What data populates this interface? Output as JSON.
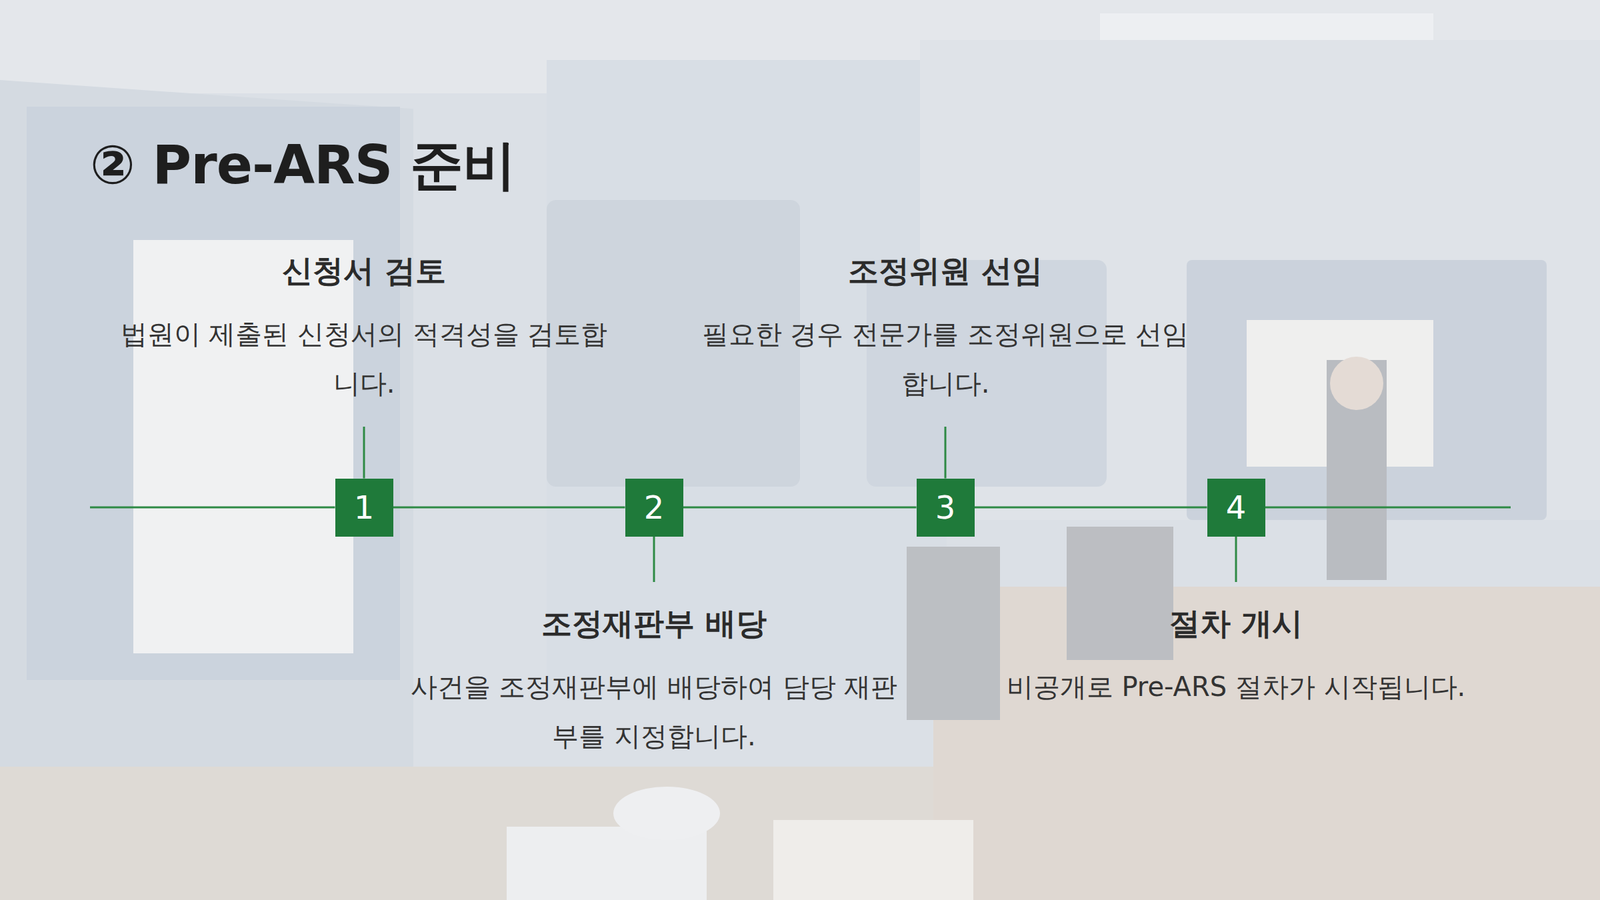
{
  "diagram": {
    "title": "② Pre-ARS 준비",
    "nodes": [
      {
        "text": [
          "1"
        ]
      },
      {
        "text": [
          "2"
        ]
      },
      {
        "text": [
          "3"
        ]
      },
      {
        "text": [
          "4"
        ]
      }
    ],
    "edges": [
      {
        "from": 0,
        "to": 1,
        "arrow": "none"
      },
      {
        "from": 1,
        "to": 2,
        "arrow": "none"
      },
      {
        "from": 2,
        "to": 3,
        "arrow": "none"
      }
    ],
    "labels": [
      "신청서 검토",
      "법원이 제출된 신청서의 적격성을 검토합니다.",
      "조정재판부 배당",
      "사건을 조정재판부에 배당하여 담당 재판부를 지정합니다.",
      "조정위원 선임",
      "필요한 경우 전문가를 조정위원으로 선임합니다.",
      "절차 개시",
      "비공개로 Pre-ARS 절차가 시작됩니다."
    ]
  }
}
